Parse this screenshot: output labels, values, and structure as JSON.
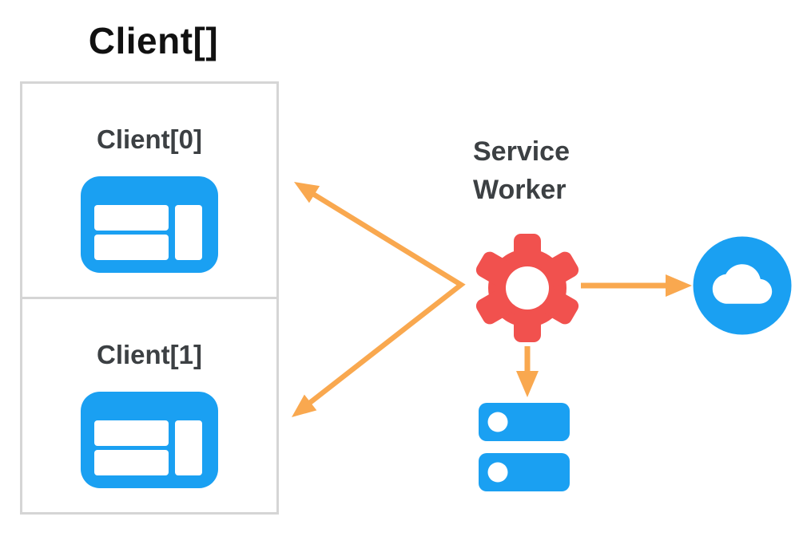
{
  "diagram": {
    "title": "Client[]",
    "clients": [
      {
        "label": "Client[0]",
        "icon": "browser-window-icon"
      },
      {
        "label": "Client[1]",
        "icon": "browser-window-icon"
      }
    ],
    "service_worker": {
      "label": "Service Worker",
      "icon": "gear-icon"
    },
    "network": {
      "icon": "cloud-icon"
    },
    "storage": {
      "icon": "server-storage-icon"
    },
    "arrows": [
      {
        "name": "service-worker-to-clients",
        "style": "v-shape, heads at Client[0] and Client[1]"
      },
      {
        "name": "service-worker-to-cloud",
        "style": "horizontal, head at cloud"
      },
      {
        "name": "service-worker-to-storage",
        "style": "vertical, head at storage"
      }
    ],
    "colors": {
      "icon_blue": "#1AA0F2",
      "gear_red": "#F1514E",
      "arrow_orange": "#F9A84F",
      "box_border": "#D5D5D5",
      "dark_text": "#3C4043",
      "title_text": "#111111"
    }
  }
}
